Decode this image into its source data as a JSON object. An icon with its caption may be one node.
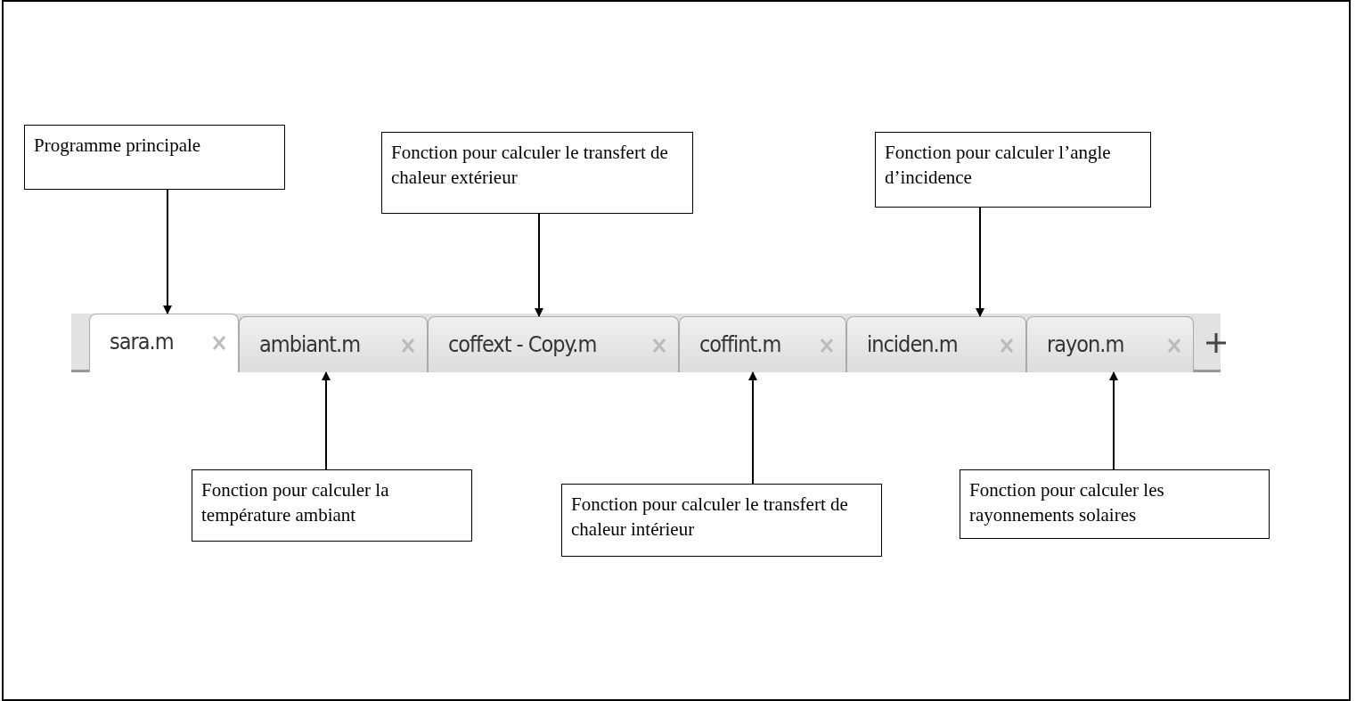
{
  "diagram": {
    "nodes": [
      {
        "text": [
          "Programme principale"
        ]
      },
      {
        "text": [
          "Fonction pour calculer le transfert de chaleur extérieur"
        ]
      },
      {
        "text": [
          "Fonction pour calculer l’angle d’incidence"
        ]
      },
      {
        "text": [],
        "shape": "bar"
      },
      {
        "text": [
          "sara.m"
        ],
        "in": 3
      },
      {
        "text": [
          "ambiant.m"
        ],
        "in": 3
      },
      {
        "text": [
          "coffext - Copy.m"
        ],
        "in": 3
      },
      {
        "text": [
          "coffint.m"
        ],
        "in": 3
      },
      {
        "text": [
          "inciden.m"
        ],
        "in": 3
      },
      {
        "text": [
          "rayon.m"
        ],
        "in": 3
      },
      {
        "text": [
          "Fonction pour calculer la température ambiant"
        ]
      },
      {
        "text": [
          "Fonction pour calculer le transfert de chaleur intérieur"
        ]
      },
      {
        "text": [
          "Fonction pour calculer les rayonnements solaires"
        ]
      }
    ],
    "edges": [
      {
        "from": 0,
        "to": 4,
        "arrow": "to"
      },
      {
        "from": 1,
        "to": 6,
        "arrow": "to"
      },
      {
        "from": 2,
        "to": 8,
        "arrow": "to"
      },
      {
        "from": 10,
        "to": 5,
        "arrow": "to"
      },
      {
        "from": 11,
        "to": 7,
        "arrow": "to"
      },
      {
        "from": 12,
        "to": 9,
        "arrow": "to"
      }
    ]
  }
}
